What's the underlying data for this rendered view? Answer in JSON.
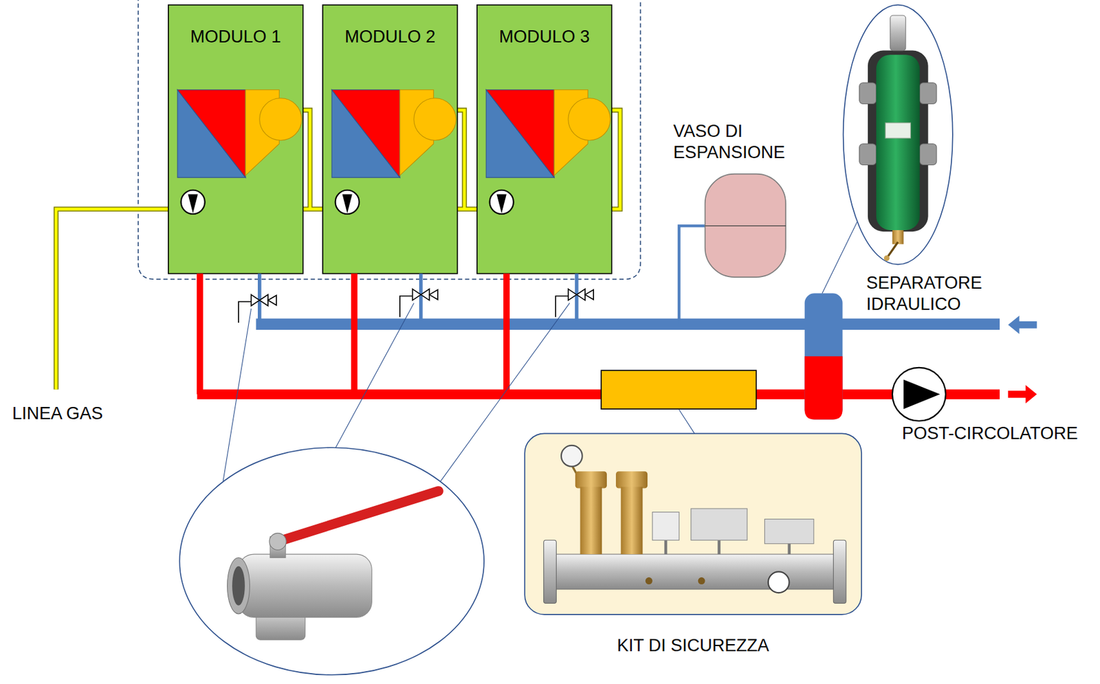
{
  "diagram": {
    "nodes": [
      {
        "text": [
          "MODULO 1"
        ]
      },
      {
        "text": [
          "MODULO 2"
        ]
      },
      {
        "text": [
          "MODULO 3"
        ]
      },
      {
        "text": [
          "VASO DI ESPANSIONE"
        ]
      },
      {
        "text": [
          "SEPARATORE IDRAULICO"
        ]
      },
      {
        "text": [
          "KIT DI SICUREZZA"
        ]
      },
      {
        "text": [
          "POST-CIRCOLATORE"
        ]
      }
    ],
    "labels": [
      "LINEA GAS"
    ]
  }
}
